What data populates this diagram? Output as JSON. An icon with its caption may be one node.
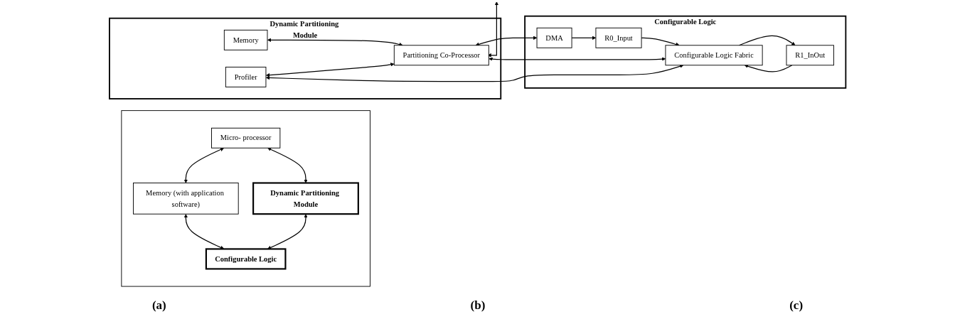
{
  "diagram": {
    "nodes": [
      {
        "text": [],
        "shape": "box"
      },
      {
        "text": [
          "Micro- processor"
        ],
        "in": 0
      },
      {
        "text": [
          "Memory (with application software)"
        ],
        "in": 0
      },
      {
        "text": [
          "Dynamic Partitioning Module"
        ],
        "in": 0
      },
      {
        "text": [
          "Configurable Logic"
        ],
        "in": 0
      },
      {
        "text": [
          "Dynamic Partitioning Module"
        ]
      },
      {
        "text": [
          "Memory"
        ],
        "in": 5
      },
      {
        "text": [
          "Profiler"
        ],
        "in": 5
      },
      {
        "text": [
          "Partitioning Co-Processor"
        ],
        "in": 5
      },
      {
        "text": [
          "Configurable Logic"
        ]
      },
      {
        "text": [
          "DMA"
        ],
        "in": 9
      },
      {
        "text": [
          "R0_Input"
        ],
        "in": 9
      },
      {
        "text": [
          "R1_InOut"
        ],
        "in": 9
      },
      {
        "text": [
          "Configurable Logic Fabric"
        ],
        "in": 9
      }
    ],
    "edges": [
      {
        "from": 1,
        "to": 2,
        "arrow": "both"
      },
      {
        "from": 1,
        "to": 3,
        "arrow": "both"
      },
      {
        "from": 2,
        "to": 4,
        "arrow": "both"
      },
      {
        "from": 3,
        "to": 4,
        "arrow": "both"
      },
      {
        "from": 6,
        "to": 8,
        "arrow": "both"
      },
      {
        "from": 7,
        "to": 8,
        "arrow": "both"
      },
      {
        "from": 8,
        "to": 10,
        "arrow": "both"
      },
      {
        "from": 8,
        "to": 13,
        "arrow": "both"
      },
      {
        "from": 7,
        "to": 13,
        "arrow": "both"
      },
      {
        "from": 8,
        "to": null,
        "arrow": "both"
      },
      {
        "from": 10,
        "to": 11,
        "arrow": "to"
      },
      {
        "from": 11,
        "to": 13,
        "arrow": "to"
      },
      {
        "from": 12,
        "to": 13,
        "arrow": "to"
      },
      {
        "from": 13,
        "to": 12,
        "arrow": "to"
      }
    ],
    "labels": [
      "(a)",
      "(b)",
      "(c)"
    ]
  }
}
